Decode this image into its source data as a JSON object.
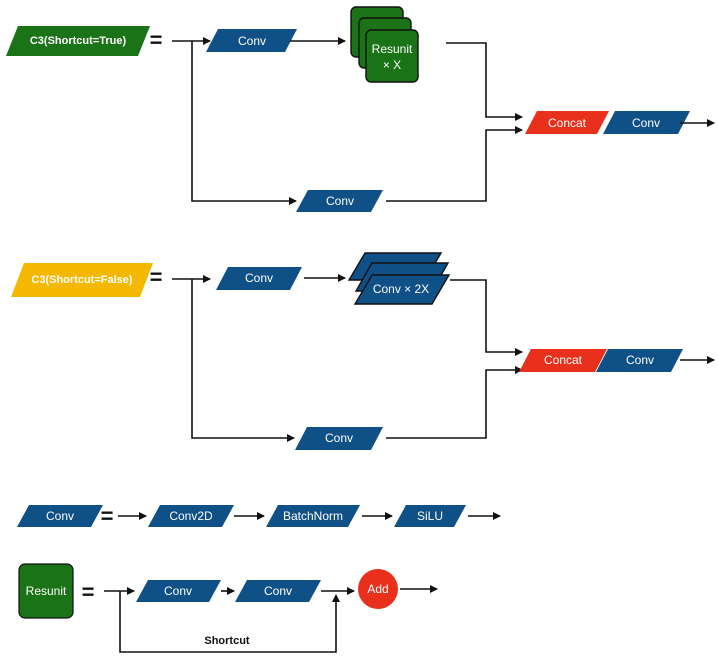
{
  "colors": {
    "conv": "#0f5087",
    "green": "#1a7316",
    "yellow": "#f5b800",
    "red": "#e8301c",
    "line": "#111111"
  },
  "c3_true": {
    "title": "C3(Shortcut=True)",
    "equals": "=",
    "conv_top": "Conv",
    "resunit_line1": "Resunit",
    "resunit_line2": "× X",
    "conv_bottom": "Conv",
    "concat": "Concat",
    "conv_out": "Conv"
  },
  "c3_false": {
    "title": "C3(Shortcut=False)",
    "equals": "=",
    "conv_top": "Conv",
    "conv_stack": "Conv × 2X",
    "conv_bottom": "Conv",
    "concat": "Concat",
    "conv_out": "Conv"
  },
  "conv_def": {
    "title": "Conv",
    "equals": "=",
    "conv2d": "Conv2D",
    "batchnorm": "BatchNorm",
    "silu": "SiLU"
  },
  "resunit_def": {
    "title": "Resunit",
    "equals": "=",
    "conv1": "Conv",
    "conv2": "Conv",
    "add": "Add",
    "shortcut": "Shortcut"
  }
}
